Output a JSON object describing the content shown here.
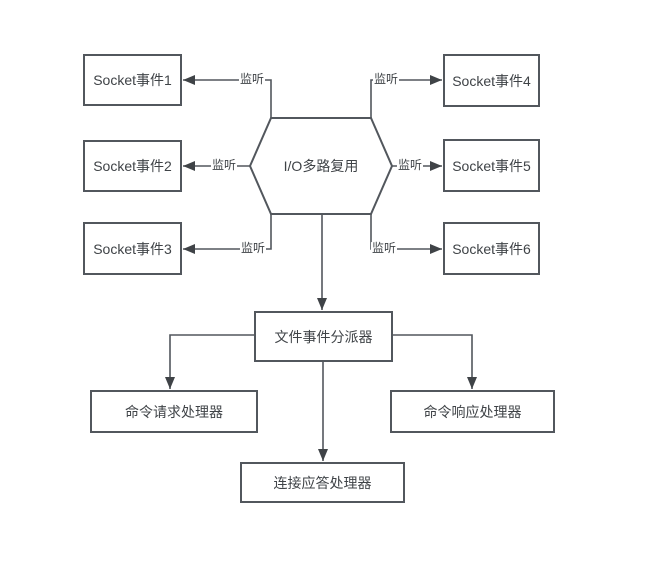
{
  "diagram": {
    "title": "I/O multiplexing file-event dispatch diagram",
    "nodes": {
      "socket1": "Socket事件1",
      "socket2": "Socket事件2",
      "socket3": "Socket事件3",
      "socket4": "Socket事件4",
      "socket5": "Socket事件5",
      "socket6": "Socket事件6",
      "multiplexer": "I/O多路复用",
      "dispatcher": "文件事件分派器",
      "request_handler": "命令请求处理器",
      "response_handler": "命令响应处理器",
      "reply_handler": "连接应答处理器"
    },
    "edge_labels": [
      "监听",
      "监听",
      "监听",
      "监听",
      "监听",
      "监听"
    ],
    "colors": {
      "stroke": "#52575d",
      "arrow": "#3f4347",
      "text": "#3f4347",
      "background": "#ffffff"
    }
  }
}
